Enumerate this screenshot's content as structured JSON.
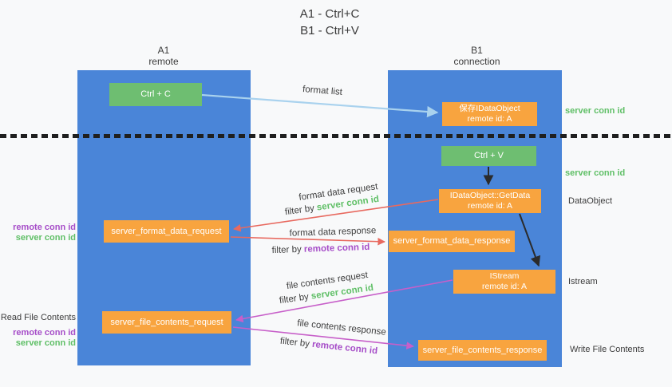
{
  "title": {
    "line1": "A1 - Ctrl+C",
    "line2": "B1 - Ctrl+V"
  },
  "lifelines": {
    "a1": {
      "name": "A1",
      "subtitle": "remote"
    },
    "b1": {
      "name": "B1",
      "subtitle": "connection"
    }
  },
  "nodes": {
    "ctrl_c": {
      "label": "Ctrl + C"
    },
    "save_dataobject": {
      "line1": "保存IDataObject",
      "line2": "remote id: A"
    },
    "ctrl_v": {
      "label": "Ctrl + V"
    },
    "getdata": {
      "line1": "IDataObject::GetData",
      "line2": "remote id: A"
    },
    "format_request": {
      "label": "server_format_data_request"
    },
    "format_response": {
      "label": "server_format_data_response"
    },
    "istream": {
      "line1": "IStream",
      "line2": "remote id: A"
    },
    "file_request": {
      "label": "server_file_contents_request"
    },
    "file_response": {
      "label": "server_file_contents_response"
    }
  },
  "edges": {
    "format_list": {
      "label": "format list"
    },
    "format_data_request": {
      "label": "format data request",
      "filter_prefix": "filter by ",
      "filter_key": "server conn id"
    },
    "format_data_response": {
      "label": "format data response",
      "filter_prefix": "filter by ",
      "filter_key": "remote conn id"
    },
    "file_contents_request": {
      "label": "file contents request",
      "filter_prefix": "filter by ",
      "filter_key": "server conn id"
    },
    "file_contents_response": {
      "label": "file contents response",
      "filter_prefix": "filter by ",
      "filter_key": "remote conn id"
    }
  },
  "side_labels": {
    "right_server_conn_id_1": "server conn id",
    "right_server_conn_id_2": "server conn id",
    "dataobject": "DataObject",
    "istream": "Istream",
    "write_file_contents": "Write File Contents",
    "left_remote_conn_id_1": "remote conn id",
    "left_server_conn_id_1": "server conn id",
    "read_file_contents": "Read File Contents",
    "left_remote_conn_id_2": "remote conn id",
    "left_server_conn_id_2": "server conn id"
  },
  "colors": {
    "lifeline_blue": "#4a85d8",
    "node_orange": "#f8a43f",
    "node_green": "#6ebe71",
    "arrow_light_blue": "#a9d2ee",
    "arrow_red": "#e8695f",
    "arrow_magenta": "#c75fc9",
    "arrow_black": "#2b2b2b",
    "conn_id_green": "#5fbf66",
    "conn_id_purple": "#a64dc8",
    "background": "#f8f9fa"
  }
}
